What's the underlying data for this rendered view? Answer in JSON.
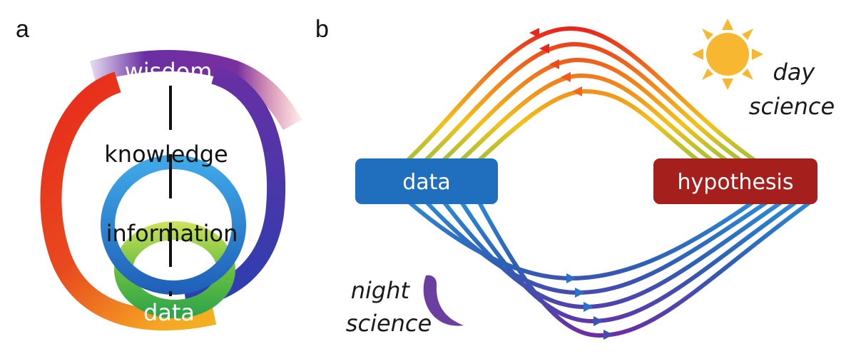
{
  "panel_a": {
    "letter": "a",
    "levels": {
      "wisdom": "wisdom",
      "knowledge": "knowledge",
      "information": "information",
      "data": "data"
    }
  },
  "panel_b": {
    "letter": "b",
    "boxes": {
      "data": "data",
      "hypothesis": "hypothesis"
    },
    "day_label": {
      "line1": "day",
      "line2": "science"
    },
    "night_label": {
      "line1": "night",
      "line2": "science"
    },
    "icons": [
      "sun-icon",
      "moon-icon"
    ],
    "colors": {
      "data_box": "#1f6fbe",
      "hypothesis_box": "#a51f1c",
      "sun": "#f7b731",
      "moon": "#6a3fa0"
    }
  }
}
